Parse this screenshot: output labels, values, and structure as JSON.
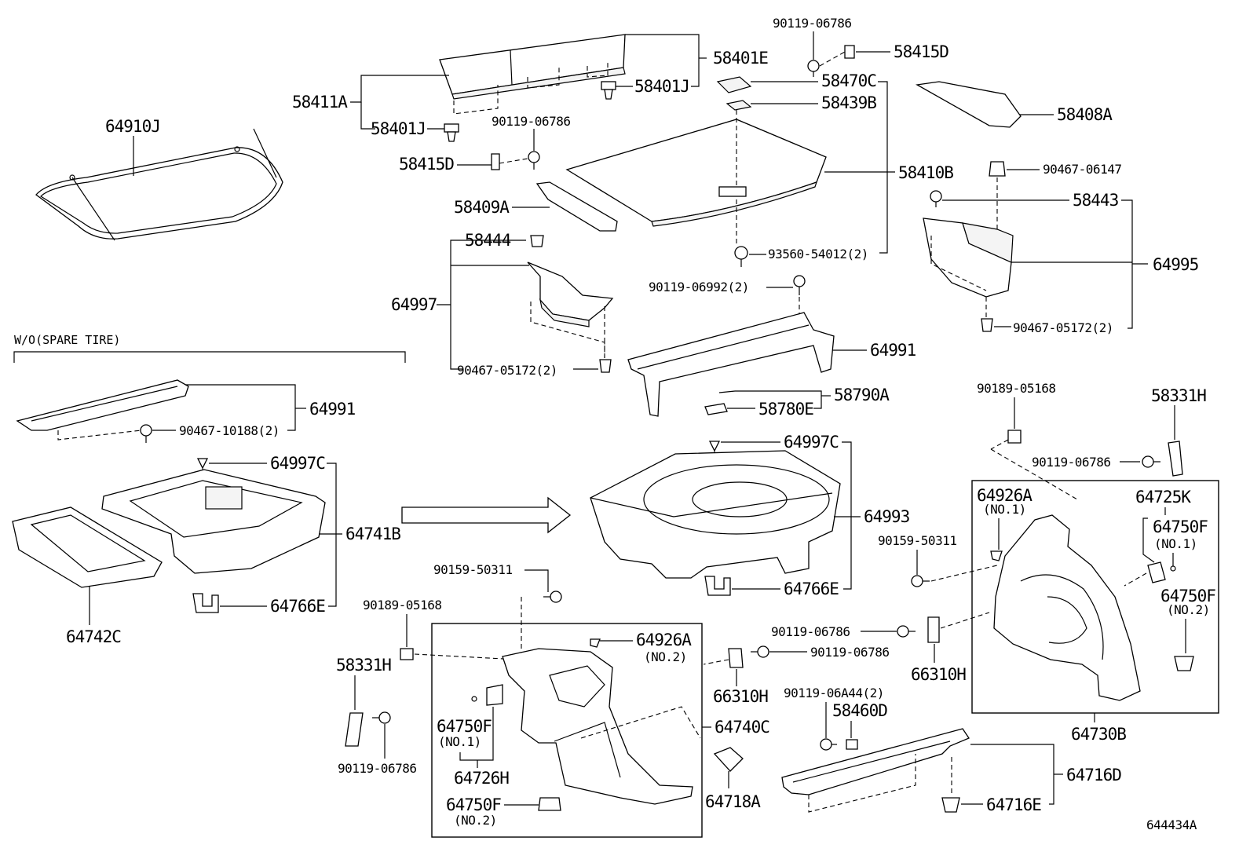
{
  "diagram_code": "644434A",
  "variant_note": "W/O(SPARE TIRE)",
  "labels": {
    "p64910J": "64910J",
    "p58411A": "58411A",
    "p58401J_a": "58401J",
    "p58401J_b": "58401J",
    "p58401E": "58401E",
    "p90119_06786_a": "90119-06786",
    "p90119_06786_b": "90119-06786",
    "p90119_06786_c": "90119-06786",
    "p90119_06786_d": "90119-06786",
    "p90119_06786_e": "90119-06786",
    "p90119_06786_f": "90119-06786",
    "p58415D_a": "58415D",
    "p58415D_b": "58415D",
    "p58470C": "58470C",
    "p58439B": "58439B",
    "p58408A": "58408A",
    "p58410B": "58410B",
    "p58409A": "58409A",
    "p93560": "93560-54012(2)",
    "p90467_06147": "90467-06147",
    "p58443": "58443",
    "p64995": "64995",
    "p90467_05172_a": "90467-05172(2)",
    "p90467_05172_b": "90467-05172(2)",
    "p58444": "58444",
    "p64997": "64997",
    "p90119_06992": "90119-06992(2)",
    "p64991_a": "64991",
    "p64991_b": "64991",
    "p58790A": "58790A",
    "p58780E": "58780E",
    "p90467_10188": "90467-10188(2)",
    "p64997C_a": "64997C",
    "p64997C_b": "64997C",
    "p64741B": "64741B",
    "p64766E_a": "64766E",
    "p64766E_b": "64766E",
    "p64742C": "64742C",
    "p64993": "64993",
    "p90189_05168_a": "90189-05168",
    "p90189_05168_b": "90189-05168",
    "p58331H_a": "58331H",
    "p58331H_b": "58331H",
    "p90159_50311_a": "90159-50311",
    "p90159_50311_b": "90159-50311",
    "p64926A_a": "64926A",
    "p64926A_a_sub": "(NO.1)",
    "p64926A_b": "64926A",
    "p64926A_b_sub": "(NO.2)",
    "p64725K": "64725K",
    "p64750F_a": "64750F",
    "p64750F_a_sub": "(NO.1)",
    "p64750F_b": "64750F",
    "p64750F_b_sub": "(NO.2)",
    "p64750F_c": "64750F",
    "p64750F_c_sub": "(NO.1)",
    "p64750F_d": "64750F",
    "p64750F_d_sub": "(NO.2)",
    "p66310H_a": "66310H",
    "p66310H_b": "66310H",
    "p64730B": "64730B",
    "p64740C": "64740C",
    "p64726H": "64726H",
    "p64718A": "64718A",
    "p90119_06A44": "90119-06A44(2)",
    "p58460D": "58460D",
    "p64716D": "64716D",
    "p64716E": "64716E"
  }
}
